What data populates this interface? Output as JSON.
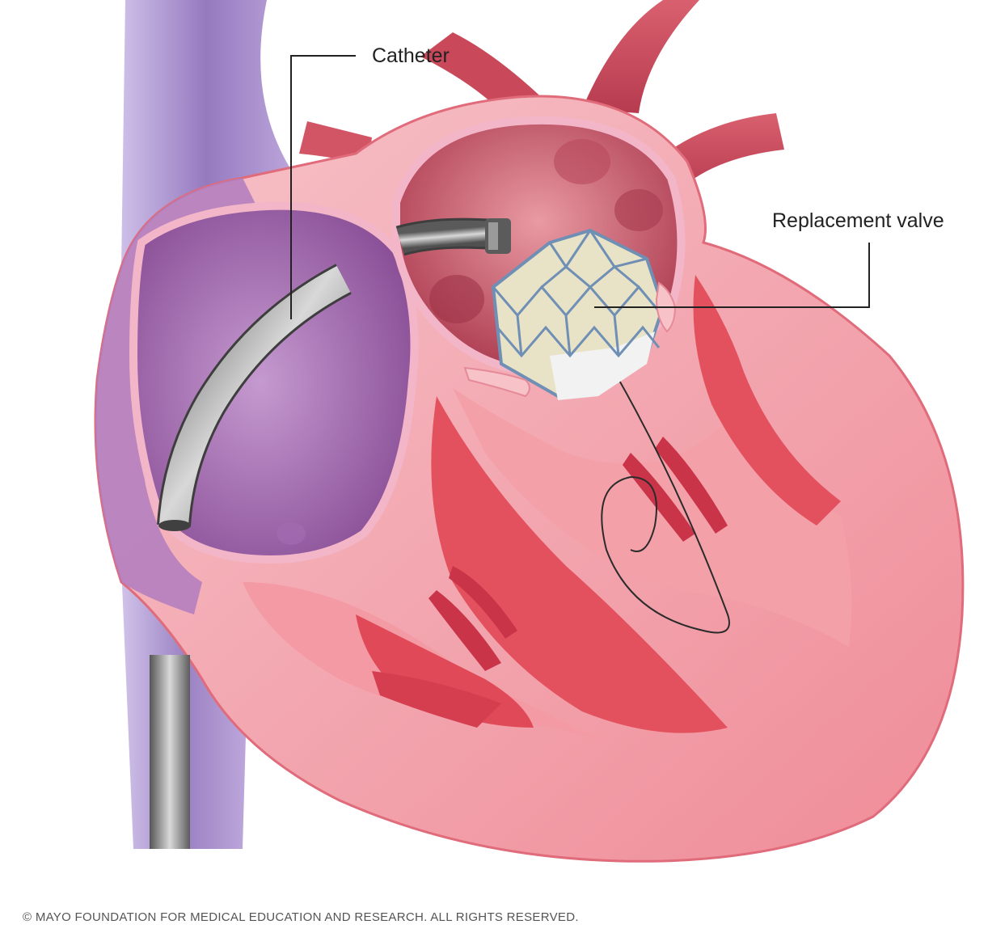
{
  "labels": {
    "catheter": "Catheter",
    "replacement_valve": "Replacement valve"
  },
  "credit": "© MAYO FOUNDATION FOR MEDICAL EDUCATION AND RESEARCH. ALL RIGHTS RESERVED.",
  "colors": {
    "vein_purple": "#8a6bb8",
    "atrium_purple": "#9a5fa6",
    "heart_wall_pink": "#f2a3ad",
    "heart_muscle_red": "#e4515e",
    "aorta_red": "#c9495a",
    "catheter_gray": "#8e8e8e",
    "stent_blue": "#6f8fb5",
    "valve_cream": "#e8e2c6"
  }
}
